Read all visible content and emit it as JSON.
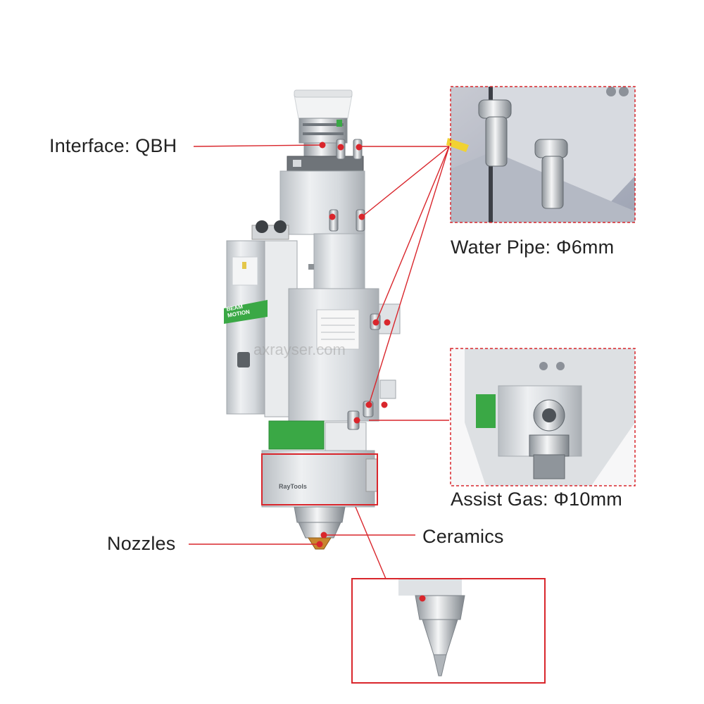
{
  "labels": {
    "interface": "Interface: QBH",
    "water_pipe": "Water Pipe: Φ6mm",
    "assist_gas": "Assist Gas: Φ10mm",
    "ceramics": "Ceramics",
    "nozzles": "Nozzles"
  },
  "product": {
    "panel_text": "BEAM MOTION",
    "brand": "RayTools"
  },
  "watermark": "axrayser.com",
  "colors": {
    "callout_red": "#d9262c",
    "accent_green": "#3aa845",
    "metal_light": "#e6e8ea",
    "metal_mid": "#c9cdd1",
    "metal_dark": "#8d9399"
  },
  "icons": [
    "laser-head-illustration",
    "water-fitting-icon",
    "gas-fitting-icon",
    "nozzle-icon"
  ]
}
